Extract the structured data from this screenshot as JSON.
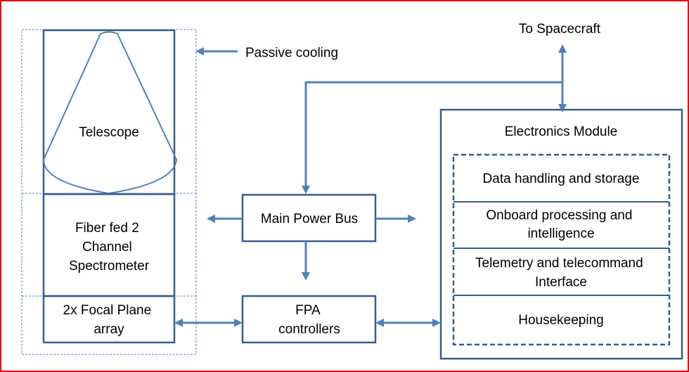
{
  "labels": {
    "to_spacecraft": "To Spacecraft",
    "passive_cooling": "Passive cooling",
    "telescope": "Telescope",
    "spectrometer": [
      "Fiber fed 2",
      "Channel",
      "Spectrometer"
    ],
    "focal_plane": [
      "2x Focal Plane",
      "array"
    ],
    "main_power_bus": "Main Power Bus",
    "fpa_controllers": [
      "FPA",
      "controllers"
    ],
    "electronics_module": "Electronics Module",
    "submodules": [
      [
        "Data handling and storage"
      ],
      [
        "Onboard processing and",
        "intelligence"
      ],
      [
        "Telemetry and telecommand",
        "Interface"
      ],
      [
        "Housekeeping"
      ]
    ]
  },
  "colors": {
    "border": "#e01010",
    "box_stroke": "#385d8a",
    "arrow": "#4f81bd",
    "text": "#000000"
  }
}
